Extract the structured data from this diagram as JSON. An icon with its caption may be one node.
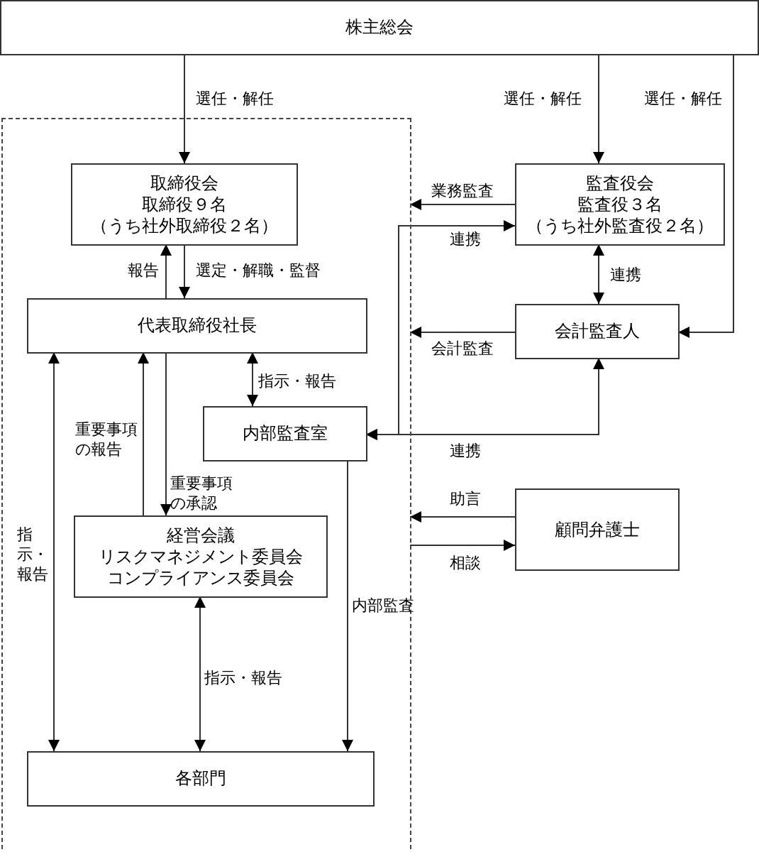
{
  "diagram": {
    "nodes": [
      {
        "text": [
          "株主総会"
        ]
      },
      {
        "text": [],
        "shape": "box"
      },
      {
        "text": [
          "取締役会",
          "取締役９名",
          "（うち社外取締役２名）"
        ],
        "in": 1
      },
      {
        "text": [
          "代表取締役社長"
        ],
        "in": 1
      },
      {
        "text": [
          "内部監査室"
        ],
        "in": 1
      },
      {
        "text": [
          "経営会議",
          "リスクマネジメント委員会",
          "コンプライアンス委員会"
        ],
        "in": 1
      },
      {
        "text": [
          "各部門"
        ],
        "in": 1
      },
      {
        "text": [
          "監査役会",
          "監査役３名",
          "（うち社外監査役２名）"
        ]
      },
      {
        "text": [
          "会計監査人"
        ]
      },
      {
        "text": [
          "顧問弁護士"
        ]
      }
    ],
    "edges": [
      {
        "from": 0,
        "to": 2,
        "arrow": "to",
        "label": "選任・解任"
      },
      {
        "from": 0,
        "to": 7,
        "arrow": "to",
        "label": "選任・解任"
      },
      {
        "from": 0,
        "to": 8,
        "arrow": "to",
        "label": "選任・解任"
      },
      {
        "from": 3,
        "to": 2,
        "arrow": "to",
        "label": "報告"
      },
      {
        "from": 2,
        "to": 3,
        "arrow": "to",
        "label": "選定・解職・監督"
      },
      {
        "from": 7,
        "to": 1,
        "arrow": "to",
        "label": "業務監査"
      },
      {
        "from": 4,
        "to": 7,
        "arrow": "both",
        "label": "連携"
      },
      {
        "from": 7,
        "to": 8,
        "arrow": "both",
        "label": "連携"
      },
      {
        "from": 8,
        "to": 1,
        "arrow": "to",
        "label": "会計監査"
      },
      {
        "from": 8,
        "to": 4,
        "arrow": "both",
        "label": "連携"
      },
      {
        "from": 9,
        "to": 1,
        "arrow": "to",
        "label": "助言"
      },
      {
        "from": 1,
        "to": 9,
        "arrow": "to",
        "label": "相談"
      },
      {
        "from": 3,
        "to": 4,
        "arrow": "both",
        "label": "指示・報告"
      },
      {
        "from": 5,
        "to": 3,
        "arrow": "to",
        "label": "重要事項の報告"
      },
      {
        "from": 3,
        "to": 5,
        "arrow": "to",
        "label": "重要事項の承認"
      },
      {
        "from": 3,
        "to": 6,
        "arrow": "both",
        "label": "指示・報告"
      },
      {
        "from": 4,
        "to": 6,
        "arrow": "to",
        "label": "内部監査"
      },
      {
        "from": 5,
        "to": 6,
        "arrow": "both",
        "label": "指示・報告"
      }
    ]
  }
}
